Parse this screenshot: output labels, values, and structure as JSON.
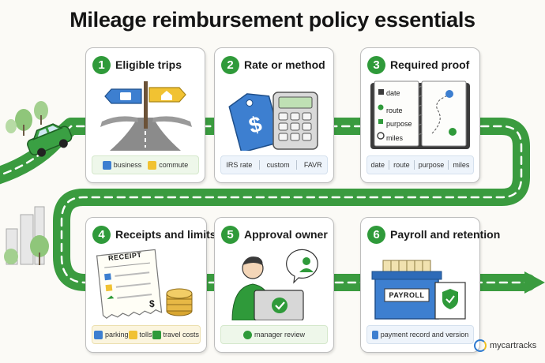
{
  "title": "Mileage reimbursement policy essentials",
  "colors": {
    "accent_green": "#2f9a3a",
    "road": "#3a9b3f",
    "dash": "#ffffff"
  },
  "steps": [
    {
      "number": "1",
      "title": "Eligible trips",
      "tags": [
        "business",
        "commute"
      ],
      "tag_icons": [
        "briefcase-icon",
        "house-icon"
      ]
    },
    {
      "number": "2",
      "title": "Rate or method",
      "tags": [
        "IRS rate",
        "custom",
        "FAVR"
      ]
    },
    {
      "number": "3",
      "title": "Required proof",
      "tags": [
        "date",
        "route",
        "purpose",
        "miles"
      ],
      "log_items": [
        "date",
        "route",
        "purpose",
        "miles"
      ]
    },
    {
      "number": "4",
      "title": "Receipts and limits",
      "tags": [
        "parking",
        "tolls",
        "travel costs"
      ],
      "receipt_label": "RECEIPT",
      "receipt_amount": "$",
      "tag_icons": [
        "parking-icon",
        "toll-icon",
        "plane-icon"
      ]
    },
    {
      "number": "5",
      "title": "Approval owner",
      "tags": [
        "manager review"
      ],
      "tag_icons": [
        "person-icon"
      ]
    },
    {
      "number": "6",
      "title": "Payroll and retention",
      "tags": [
        "payment record and version"
      ],
      "box_label": "PAYROLL",
      "tag_icons": [
        "document-icon"
      ]
    }
  ],
  "brand": "mycartracks"
}
